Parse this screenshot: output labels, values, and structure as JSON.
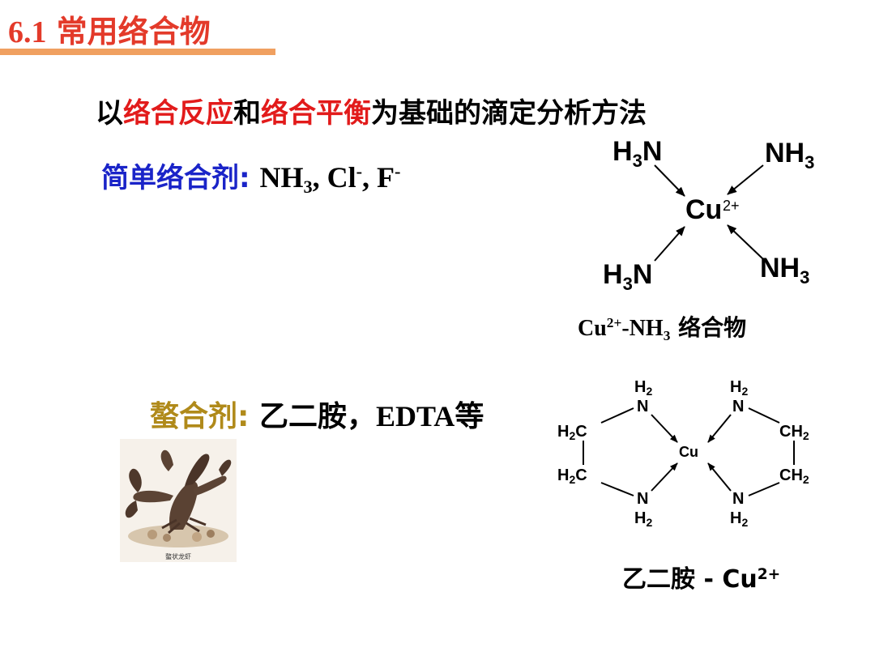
{
  "header": {
    "number": "6.1",
    "title": "常用络合物"
  },
  "intro": {
    "part1": "以",
    "part2": "络合反应",
    "part3": "和",
    "part4": "络合平衡",
    "part5": "为基础的滴定分析方法"
  },
  "simple_ligand": {
    "label": "简单络合剂:",
    "nh": "NH",
    "nh_sub": "3",
    "sep1": ", Cl",
    "cl_sup": "-",
    "sep2": ", F",
    "f_sup": "-"
  },
  "cu_nh3": {
    "left_top": "H",
    "left_top_sub": "3",
    "left_top_n": "N",
    "right_top": "NH",
    "right_top_sub": "3",
    "left_bottom": "H",
    "left_bottom_sub": "3",
    "left_bottom_n": "N",
    "right_bottom": "NH",
    "right_bottom_sub": "3",
    "center": "Cu",
    "center_charge": "2+",
    "caption_cu": "Cu",
    "caption_sup": "2+",
    "caption_nh": "-NH",
    "caption_sub": "3",
    "caption_cn": " 络合物"
  },
  "chelate": {
    "label": "螯合剂:",
    "text1": " 乙二胺，",
    "text2": "EDTA",
    "text3": "等"
  },
  "crayfish": {
    "caption": "螯状龙虾"
  },
  "en_complex": {
    "h2": "H2",
    "n": "N",
    "h2c": "H2C",
    "ch2": "CH2",
    "cu": "Cu",
    "caption": "乙二胺 - Cu",
    "caption_sup": "2+"
  },
  "colors": {
    "red": "#e21b1b",
    "blue": "#1a24c8",
    "olive": "#b08a1a",
    "title_red": "#e33a2a",
    "title_bar": "#f0a060"
  }
}
